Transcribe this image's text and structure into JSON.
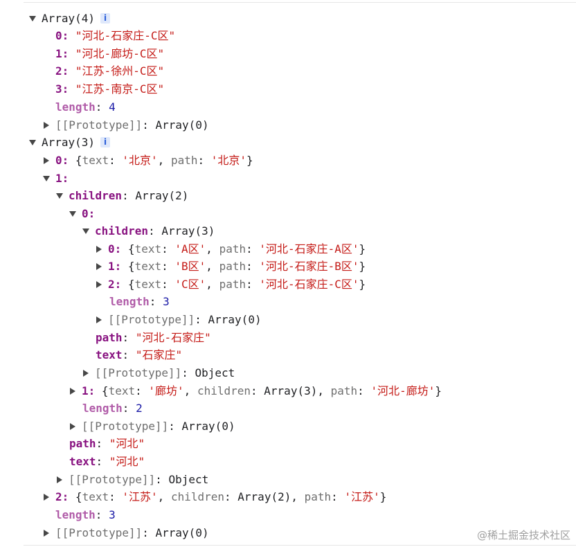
{
  "console": {
    "array1": {
      "header": "Array(4)",
      "info_badge": "i",
      "items": [
        {
          "index": "0",
          "value": "\"河北-石家庄-C区\""
        },
        {
          "index": "1",
          "value": "\"河北-廊坊-C区\""
        },
        {
          "index": "2",
          "value": "\"江苏-徐州-C区\""
        },
        {
          "index": "3",
          "value": "\"江苏-南京-C区\""
        }
      ],
      "length_key": "length",
      "length_value": "4",
      "prototype": "[[Prototype]]",
      "prototype_value": "Array(0)"
    },
    "array2": {
      "header": "Array(3)",
      "info_badge": "i",
      "item0": {
        "index": "0",
        "open": "{",
        "text_key": "text",
        "text_val": "'北京'",
        "path_key": "path",
        "path_val": "'北京'",
        "close": "}"
      },
      "item1": {
        "index": "1",
        "children_key": "children",
        "children_val": "Array(2)",
        "child0": {
          "index": "0",
          "children_key": "children",
          "children_val": "Array(3)",
          "leaves": [
            {
              "index": "0",
              "text_val": "'A区'",
              "path_val": "'河北-石家庄-A区'"
            },
            {
              "index": "1",
              "text_val": "'B区'",
              "path_val": "'河北-石家庄-B区'"
            },
            {
              "index": "2",
              "text_val": "'C区'",
              "path_val": "'河北-石家庄-C区'"
            }
          ],
          "leaves_length": "3",
          "leaves_proto_value": "Array(0)",
          "path_val": "\"河北-石家庄\"",
          "text_val": "\"石家庄\"",
          "proto_value": "Object"
        },
        "child1": {
          "index": "1",
          "text_val": "'廊坊'",
          "children_val": "Array(3)",
          "path_val": "'河北-廊坊'"
        },
        "children_length": "2",
        "children_proto_value": "Array(0)",
        "path_val": "\"河北\"",
        "text_val": "\"河北\"",
        "proto_value": "Object"
      },
      "item2": {
        "index": "2",
        "text_val": "'江苏'",
        "children_val": "Array(2)",
        "path_val": "'江苏'"
      },
      "length_value": "3",
      "proto_value": "Array(0)"
    },
    "labels": {
      "text": "text",
      "path": "path",
      "children": "children",
      "length": "length",
      "prototype": "[[Prototype]]",
      "colon": ":",
      "comma": ",",
      "open": "{",
      "close": "}"
    }
  },
  "watermark": "@稀土掘金技术社区"
}
